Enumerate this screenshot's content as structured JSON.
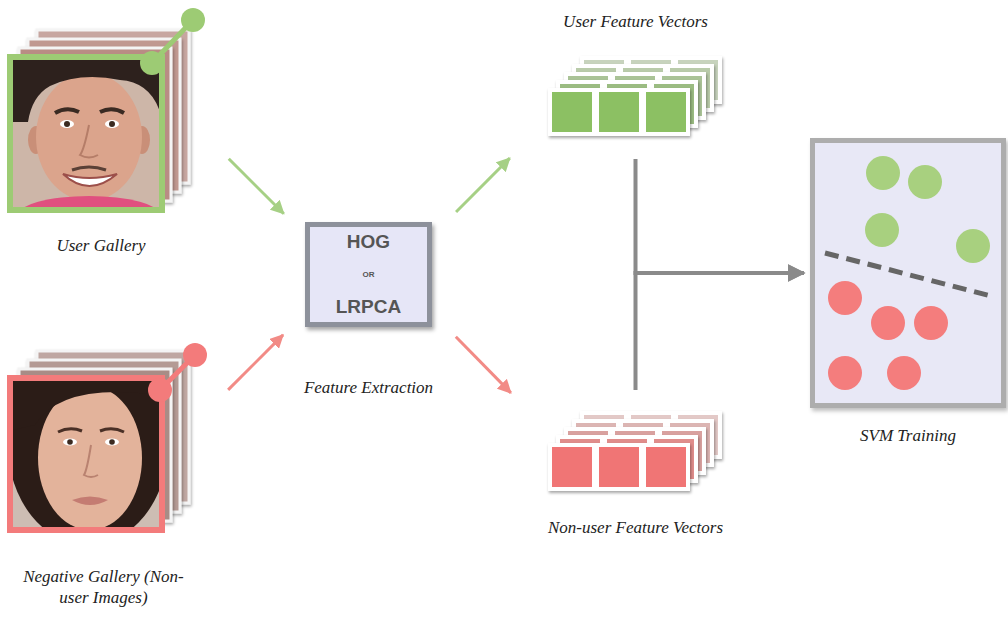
{
  "diagram": {
    "nodes": [
      {
        "text": [
          "User Gallery"
        ]
      },
      {
        "text": [
          "Negative Gallery (Non-user Images)"
        ]
      },
      {
        "text": [
          "HOG",
          "OR",
          "LRPCA",
          "Feature Extraction"
        ]
      },
      {
        "text": [
          "User Feature Vectors"
        ]
      },
      {
        "text": [
          "Non-user Feature Vectors"
        ]
      },
      {
        "text": [
          "SVM Training"
        ]
      }
    ],
    "edges": [
      {
        "from": 0,
        "to": 2,
        "arrow": "to"
      },
      {
        "from": 1,
        "to": 2,
        "arrow": "to"
      },
      {
        "from": 2,
        "to": 3,
        "arrow": "to"
      },
      {
        "from": 2,
        "to": 4,
        "arrow": "to"
      },
      {
        "from": 3,
        "to": 5,
        "arrow": "to"
      },
      {
        "from": 4,
        "to": 5,
        "arrow": "to"
      }
    ]
  }
}
